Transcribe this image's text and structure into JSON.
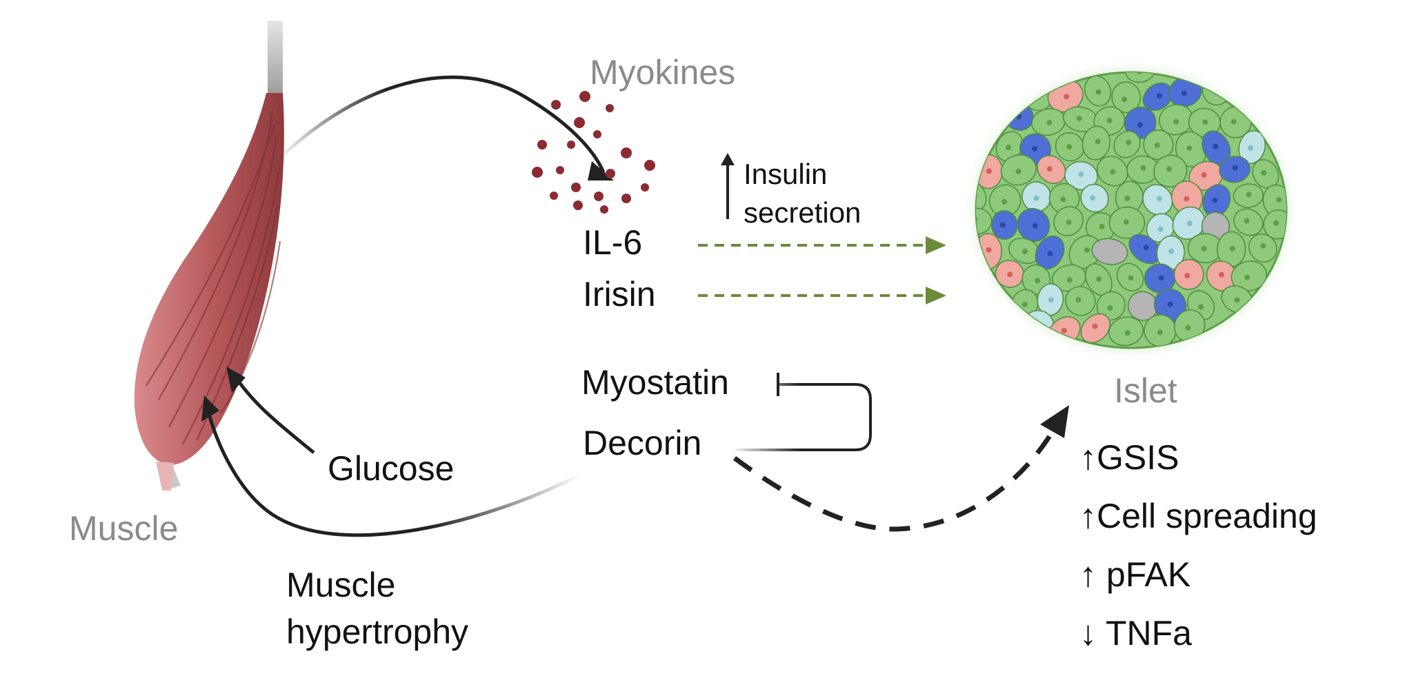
{
  "labels": {
    "myokines": "Myokines",
    "muscle": "Muscle",
    "islet": "Islet",
    "il6": "IL-6",
    "irisin": "Irisin",
    "myostatin": "Myostatin",
    "decorin": "Decorin",
    "glucose": "Glucose",
    "hypertrophy_line1": "Muscle",
    "hypertrophy_line2": "hypertrophy",
    "insulin_line1": "Insulin",
    "insulin_line2": "secretion"
  },
  "islet_effects": [
    {
      "arrow": "↑",
      "text": "GSIS"
    },
    {
      "arrow": "↑",
      "text": "Cell spreading"
    },
    {
      "arrow": "↑",
      "text": " pFAK"
    },
    {
      "arrow": "↓",
      "text": " TNFa"
    }
  ],
  "icons": {
    "muscle": "muscle-icon",
    "islet": "pancreatic-islet-icon",
    "myokines": "myokine-particles-icon"
  },
  "colors": {
    "muscle": "#b5585a",
    "islet_cell": "#8fc97c",
    "beta_blue": "#4f6fd6",
    "green_arrow": "#6b8a3a",
    "label_gray": "#8a8a8a",
    "text": "#111111"
  }
}
